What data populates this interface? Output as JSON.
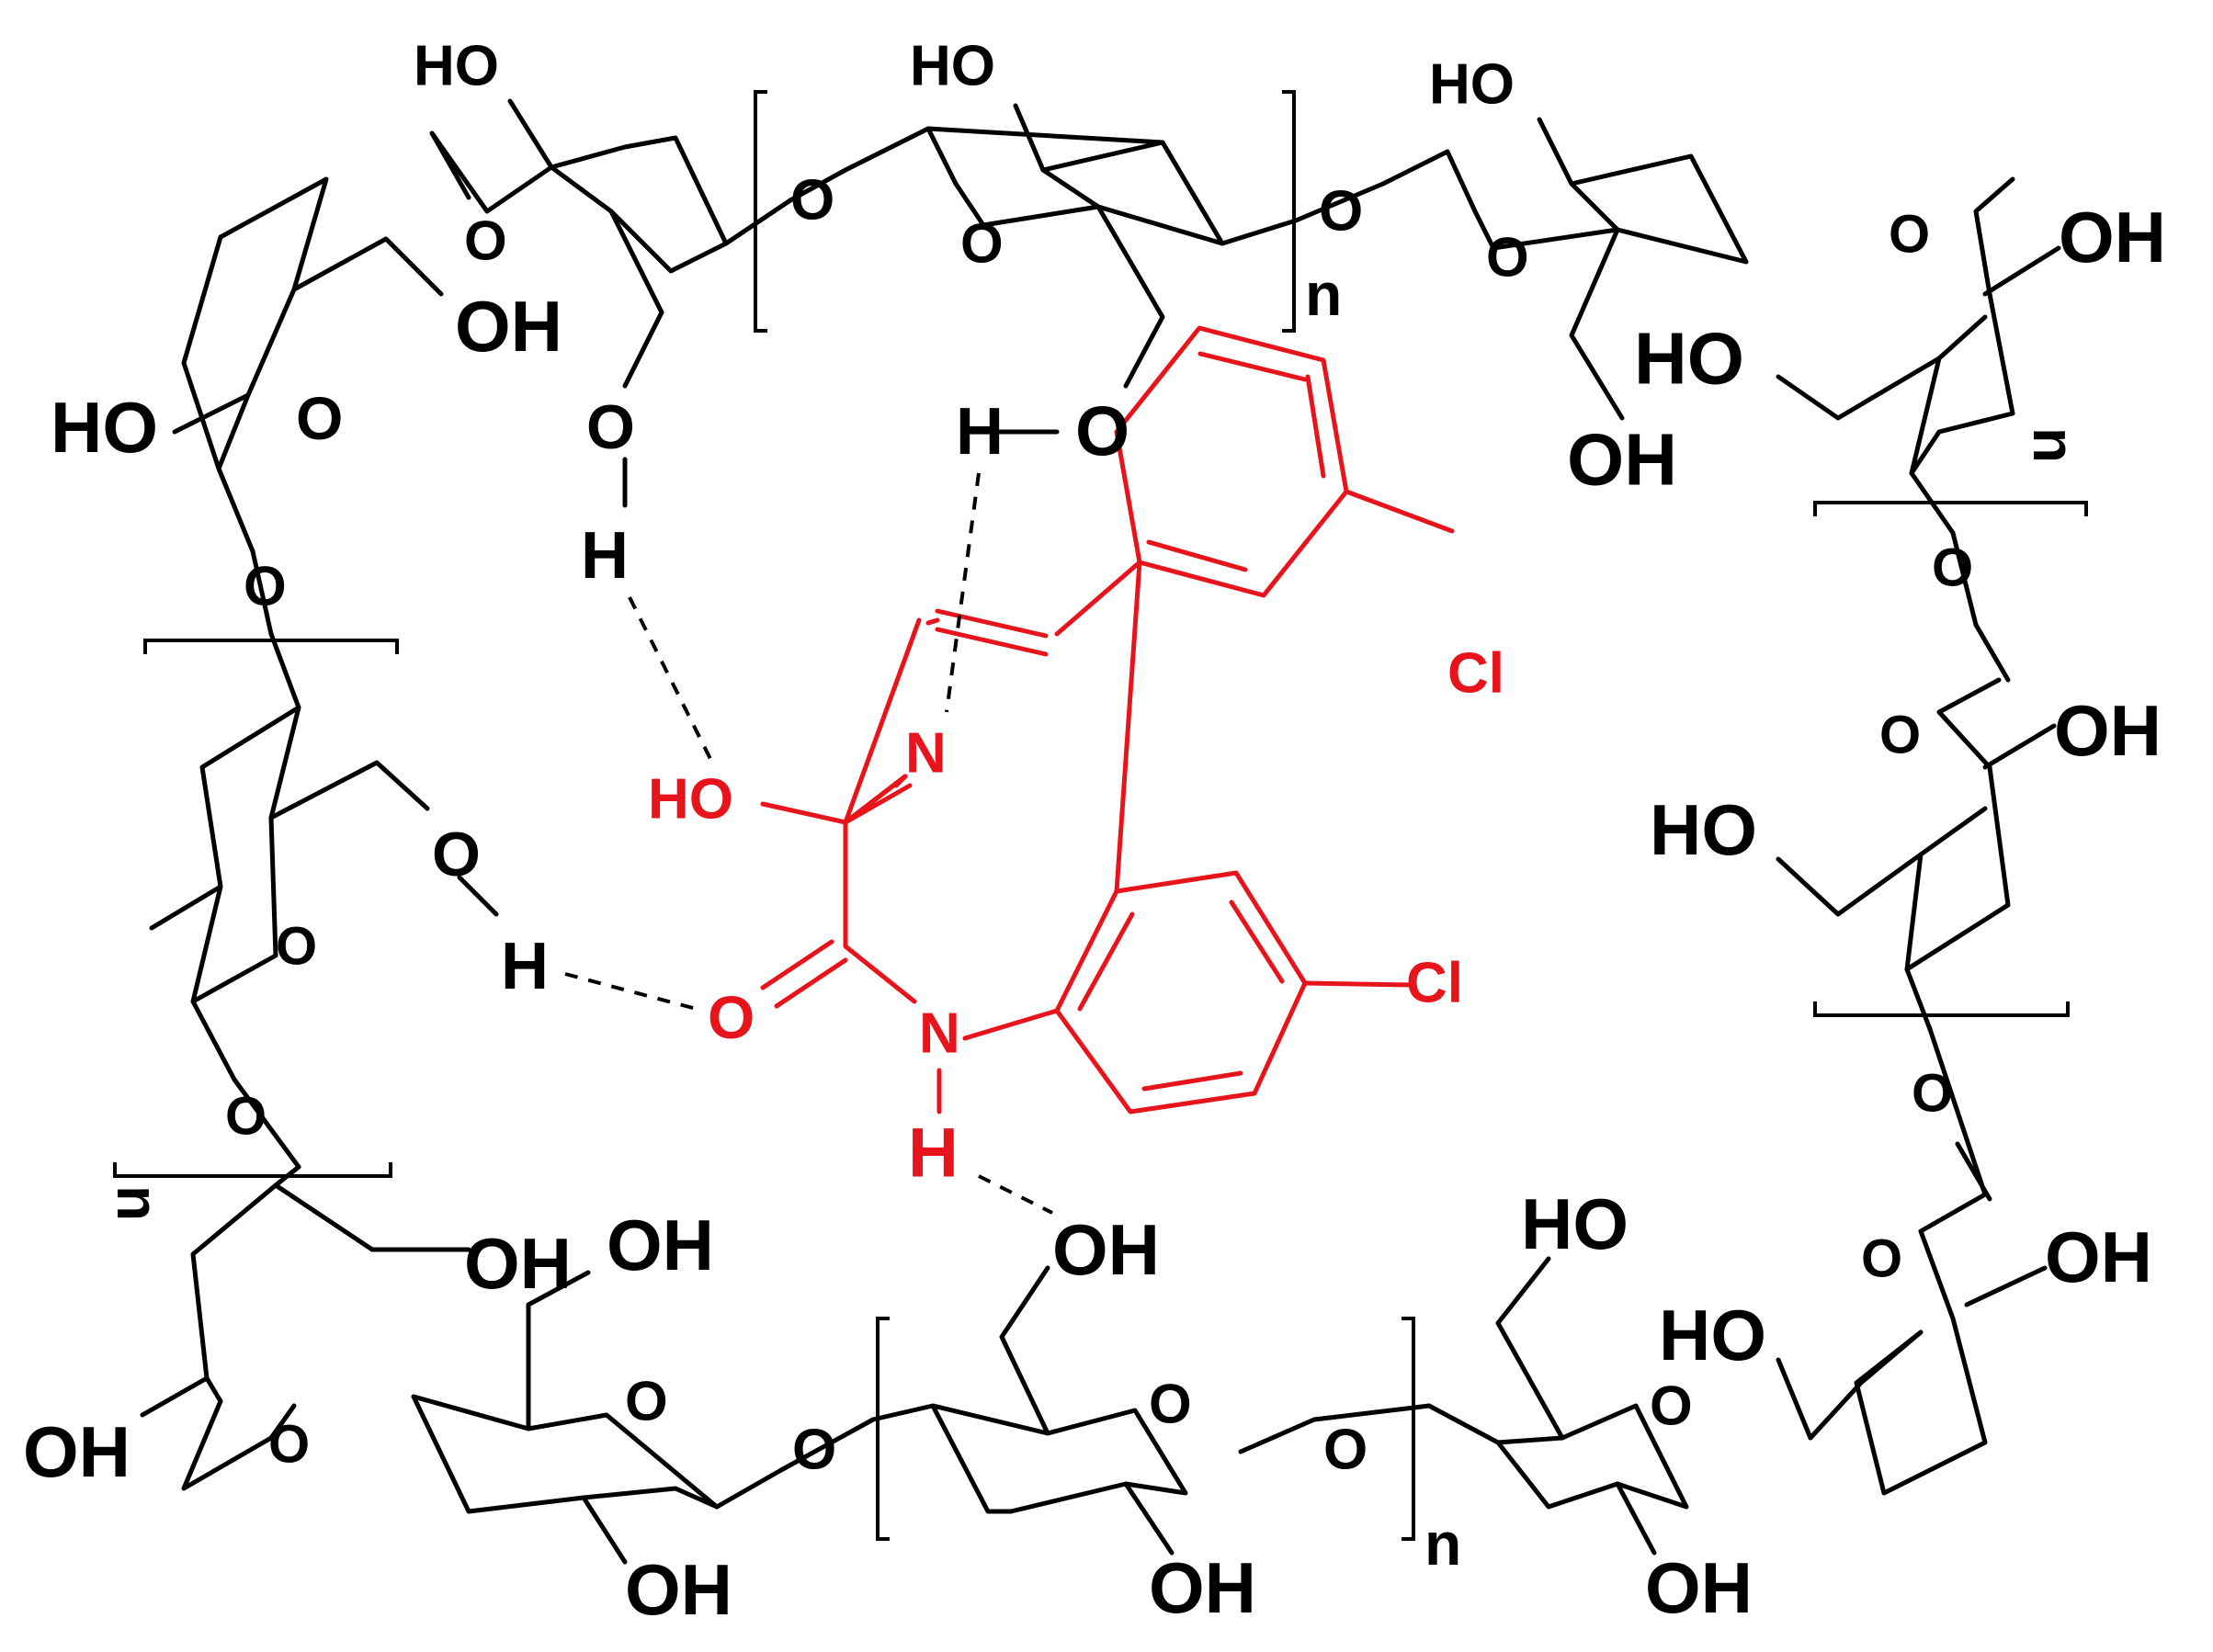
{
  "colors": {
    "host": "#000000",
    "guest": "#e8141c",
    "hbond": "#000000",
    "background": "#ffffff"
  },
  "labels": {
    "ring1": {
      "ho": "HO",
      "o": "O",
      "oh": "OH"
    },
    "ring2": {
      "ho": "HO",
      "o": "O",
      "oh": "OH"
    },
    "ring3": {
      "ho": "HO",
      "o": "O"
    },
    "ring4": {
      "ho": "HO",
      "o": "O",
      "oh": "OH"
    },
    "ring5": {
      "ho": "HO",
      "o": "O",
      "oh": "OH"
    },
    "ring6": {
      "ho": "HO",
      "o": "O",
      "oh": "OH"
    },
    "ring7": {
      "ho": "HO",
      "o": "O",
      "oh": "OH"
    },
    "ring8": {
      "ho": "HO",
      "o": "O",
      "oh": "OH"
    },
    "ring9": {
      "o": "O",
      "oh": "OH"
    },
    "ring10": {
      "o": "O",
      "oh_top": "OH",
      "oh_bottom": "OH"
    },
    "ring11": {
      "o": "O",
      "oh_top": "OH",
      "oh_bottom": "OH"
    },
    "ring12": {
      "o": "O",
      "oh": "OH"
    },
    "glycosidic": {
      "o1": "O",
      "o2": "O",
      "o3": "O",
      "o4": "O",
      "o5": "O",
      "o6": "O",
      "o7": "O",
      "o8": "O",
      "o9": "O"
    },
    "repeat": {
      "n_top": "n",
      "n_left": "n",
      "n_right": "n",
      "n_bottom": "n"
    },
    "host_hbond": {
      "o_top_left": "O",
      "h_top_left": "H",
      "o_top_right": "O",
      "h_top_right": "H",
      "o_left": "O",
      "h_left": "H",
      "oh_bottom": "OH"
    },
    "guest": {
      "ho": "HO",
      "n_imine": "N",
      "n_amide": "N",
      "o_carbonyl": "O",
      "h_amide": "H",
      "cl_phenyl": "Cl",
      "cl_fused": "Cl"
    }
  }
}
